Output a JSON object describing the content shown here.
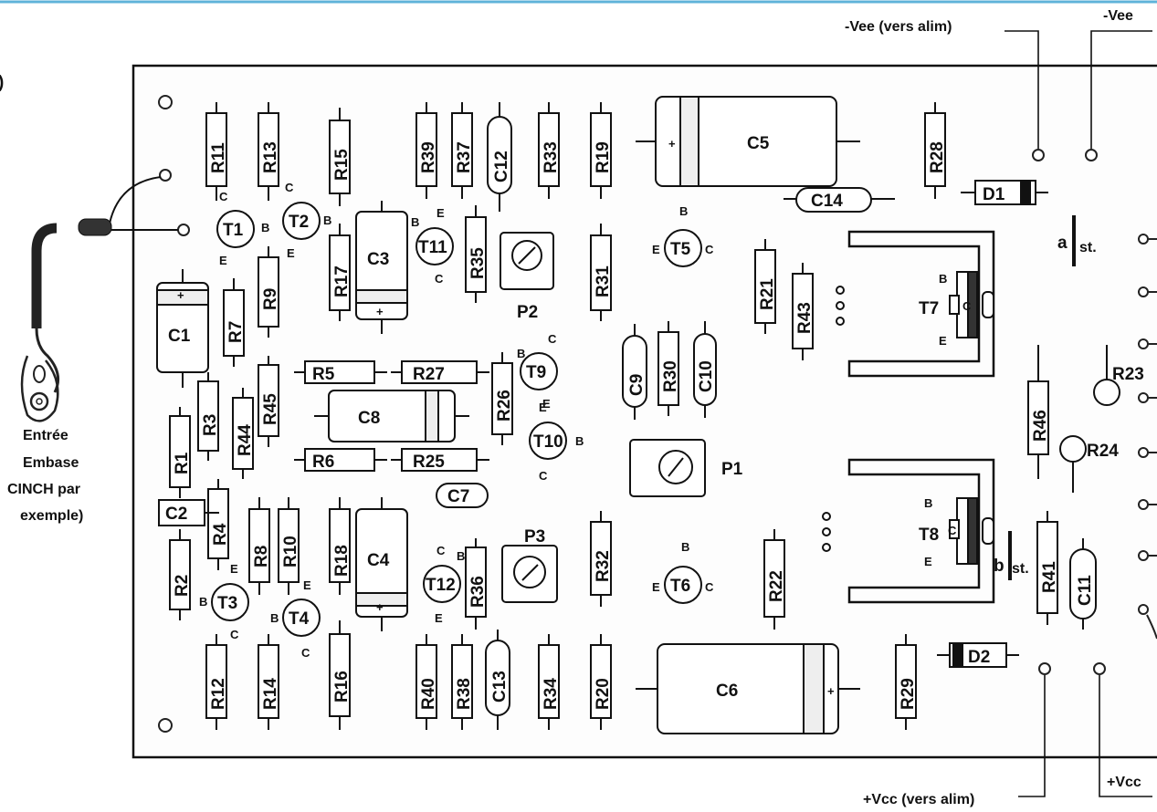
{
  "labels": {
    "vee_supply": "-Vee (vers alim)",
    "vee": "-Vee",
    "vcc_supply": "+Vcc (vers alim)",
    "vcc": "+Vcc",
    "input_note": [
      "Entrée",
      "Embase",
      "CINCH par",
      "exemple)"
    ],
    "edge_char": ")",
    "switch_a": "a",
    "switch_b": "b",
    "switch_st": "st."
  },
  "components": {
    "resistors": [
      "R1",
      "R2",
      "R3",
      "R4",
      "R5",
      "R6",
      "R7",
      "R8",
      "R9",
      "R10",
      "R11",
      "R12",
      "R13",
      "R14",
      "R15",
      "R16",
      "R17",
      "R18",
      "R19",
      "R20",
      "R21",
      "R22",
      "R25",
      "R26",
      "R27",
      "R28",
      "R29",
      "R30",
      "R31",
      "R32",
      "R33",
      "R34",
      "R35",
      "R36",
      "R37",
      "R38",
      "R39",
      "R40",
      "R41",
      "R43",
      "R44",
      "R45",
      "R46"
    ],
    "round_resistors": [
      "R23",
      "R24"
    ],
    "small_caps": [
      "C2",
      "C7",
      "C9",
      "C10",
      "C11",
      "C12",
      "C13",
      "C14"
    ],
    "electrolytics": [
      "C1",
      "C3",
      "C4",
      "C5",
      "C6",
      "C8"
    ],
    "transistors": [
      "T1",
      "T2",
      "T3",
      "T4",
      "T5",
      "T6",
      "T9",
      "T10",
      "T11",
      "T12"
    ],
    "power_transistors": [
      "T7",
      "T8"
    ],
    "pots": [
      "P1",
      "P2",
      "P3"
    ],
    "diodes": [
      "D1",
      "D2"
    ],
    "pins": {
      "b": "B",
      "c": "C",
      "e": "E"
    },
    "polarity": "+"
  }
}
